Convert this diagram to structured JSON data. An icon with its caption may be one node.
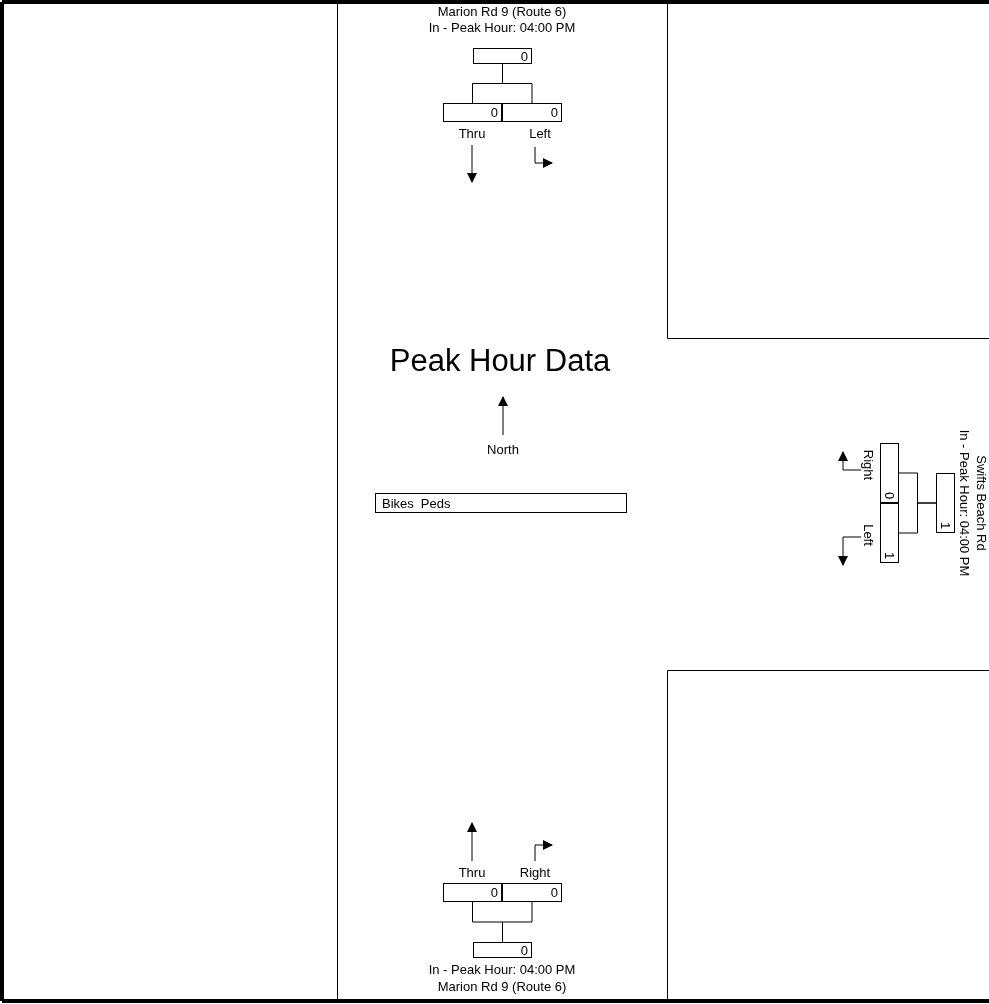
{
  "diagram": {
    "title": "Peak Hour Data",
    "nodes": [
      {
        "text": [
          "0"
        ]
      },
      {
        "text": [
          "0"
        ],
        "beside": [
          "Thru"
        ]
      },
      {
        "text": [
          "0"
        ],
        "beside": [
          "Left"
        ]
      },
      {
        "text": [
          "1"
        ]
      },
      {
        "text": [
          "0"
        ],
        "beside": [
          "Right"
        ]
      },
      {
        "text": [
          "1"
        ],
        "beside": [
          "Left"
        ]
      },
      {
        "text": [
          "0"
        ],
        "beside": [
          "Thru"
        ]
      },
      {
        "text": [
          "0"
        ],
        "beside": [
          "Right"
        ]
      },
      {
        "text": [
          "0"
        ]
      },
      {
        "text": [
          "Bikes",
          "Peds"
        ]
      }
    ],
    "edges": [
      {
        "from": 0,
        "to": 1,
        "arrow": "none"
      },
      {
        "from": 0,
        "to": 2,
        "arrow": "none"
      },
      {
        "from": 3,
        "to": 4,
        "arrow": "none"
      },
      {
        "from": 3,
        "to": 5,
        "arrow": "none"
      },
      {
        "from": 8,
        "to": 6,
        "arrow": "none"
      },
      {
        "from": 8,
        "to": 7,
        "arrow": "none"
      }
    ],
    "labels": [
      "Marion Rd 9 (Route 6)",
      "In - Peak Hour: 04:00 PM",
      "North",
      "Swifts Beach Rd",
      "In - Peak Hour: 04:00 PM",
      "In - Peak Hour: 04:00 PM",
      "Marion Rd 9 (Route 6)"
    ]
  }
}
